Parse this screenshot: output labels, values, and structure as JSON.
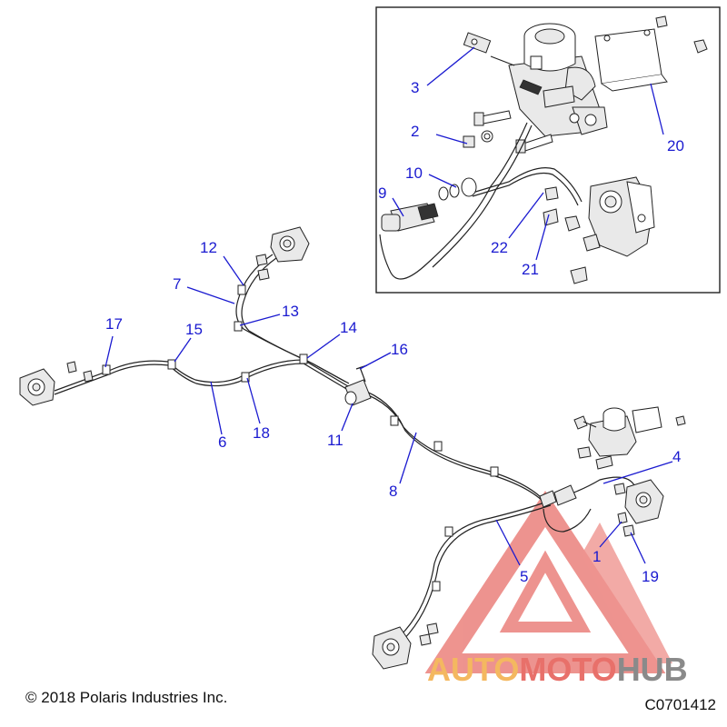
{
  "callouts": [
    {
      "id": "1",
      "label": "1"
    },
    {
      "id": "2",
      "label": "2"
    },
    {
      "id": "3",
      "label": "3"
    },
    {
      "id": "4",
      "label": "4"
    },
    {
      "id": "5",
      "label": "5"
    },
    {
      "id": "6",
      "label": "6"
    },
    {
      "id": "7",
      "label": "7"
    },
    {
      "id": "8",
      "label": "8"
    },
    {
      "id": "9",
      "label": "9"
    },
    {
      "id": "10",
      "label": "10"
    },
    {
      "id": "11",
      "label": "11"
    },
    {
      "id": "12",
      "label": "12"
    },
    {
      "id": "13",
      "label": "13"
    },
    {
      "id": "14",
      "label": "14"
    },
    {
      "id": "15",
      "label": "15"
    },
    {
      "id": "16",
      "label": "16"
    },
    {
      "id": "17",
      "label": "17"
    },
    {
      "id": "18",
      "label": "18"
    },
    {
      "id": "19",
      "label": "19"
    },
    {
      "id": "20",
      "label": "20"
    },
    {
      "id": "21",
      "label": "21"
    },
    {
      "id": "22",
      "label": "22"
    }
  ],
  "footer": {
    "copyright": "© 2018 Polaris Industries Inc.",
    "drawing_id": "C0701412"
  },
  "watermark": {
    "part1": "AUTO",
    "part2": "MOTO",
    "part3": "HUB",
    "color_orange": "#f4b860",
    "color_red": "#e8706a",
    "color_gray": "#8a8a8a"
  },
  "colors": {
    "callout": "#1a1ad0",
    "line": "#222222"
  }
}
